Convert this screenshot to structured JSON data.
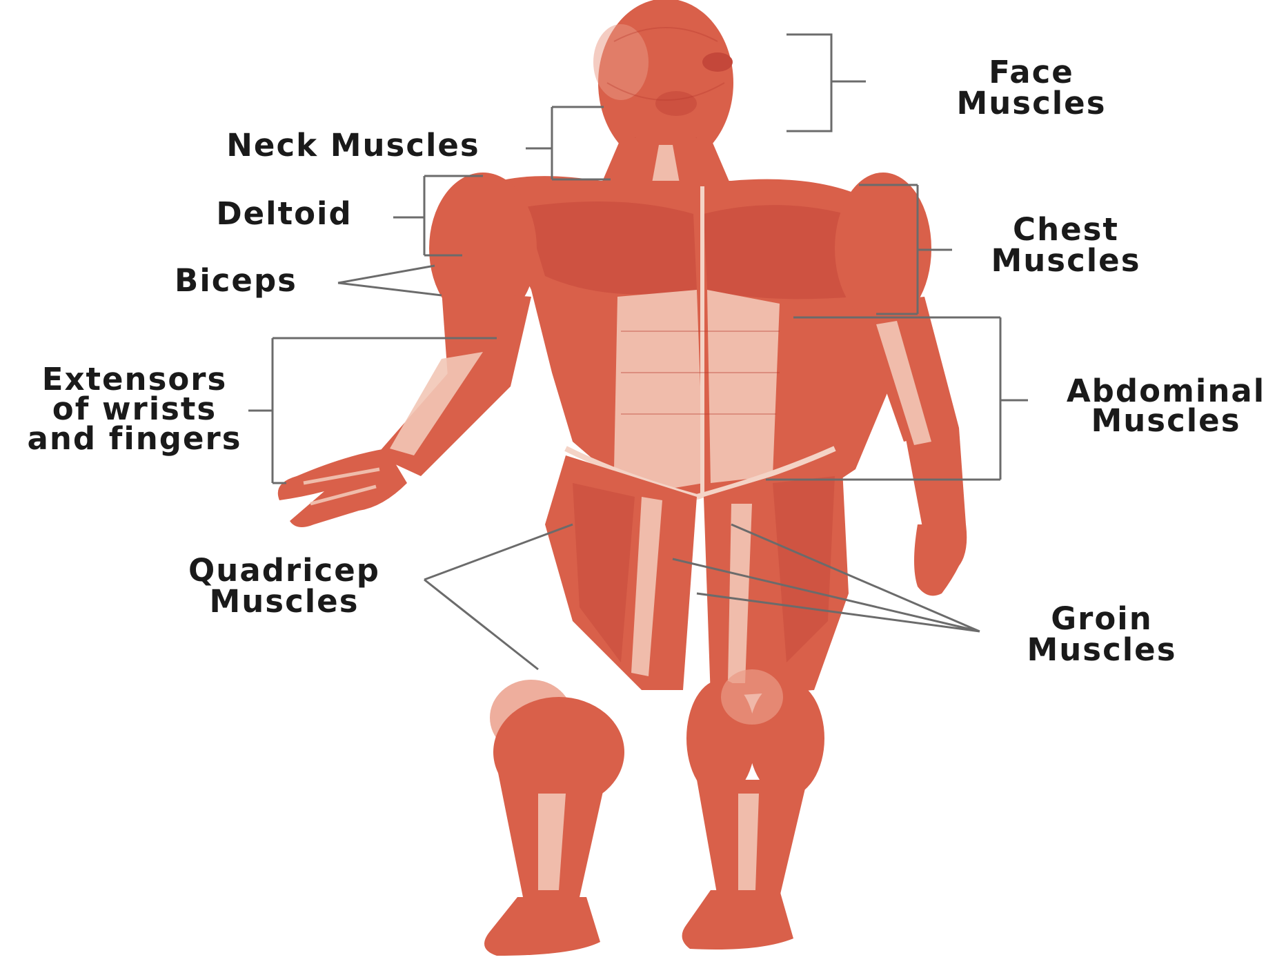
{
  "labels": {
    "face": [
      "Face",
      "Muscles"
    ],
    "neck": [
      "Neck Muscles"
    ],
    "deltoid": [
      "Deltoid"
    ],
    "chest": [
      "Chest",
      "Muscles"
    ],
    "biceps": [
      "Biceps"
    ],
    "extensors": [
      "Extensors",
      "of wrists",
      "and fingers"
    ],
    "abdominal": [
      "Abdominal",
      "Muscles"
    ],
    "quadricep": [
      "Quadricep",
      "Muscles"
    ],
    "groin": [
      "Groin",
      "Muscles"
    ]
  },
  "colors": {
    "muscle": "#d9604a",
    "muscle_dark": "#c4473a",
    "tendon": "#f2c7b6",
    "leader_line": "#6b6b6b",
    "text": "#1a1a1a",
    "background": "#ffffff"
  }
}
